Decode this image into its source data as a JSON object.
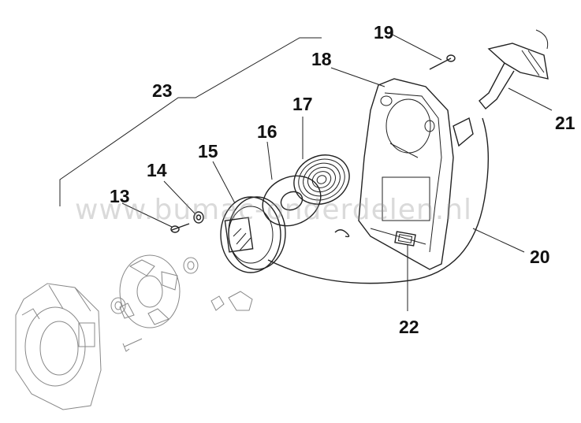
{
  "watermark": "www.bumac-onderdelen.nl",
  "callouts": {
    "c13": "13",
    "c14": "14",
    "c15": "15",
    "c16": "16",
    "c17": "17",
    "c18": "18",
    "c19": "19",
    "c20": "20",
    "c21": "21",
    "c22": "22",
    "c23": "23"
  }
}
